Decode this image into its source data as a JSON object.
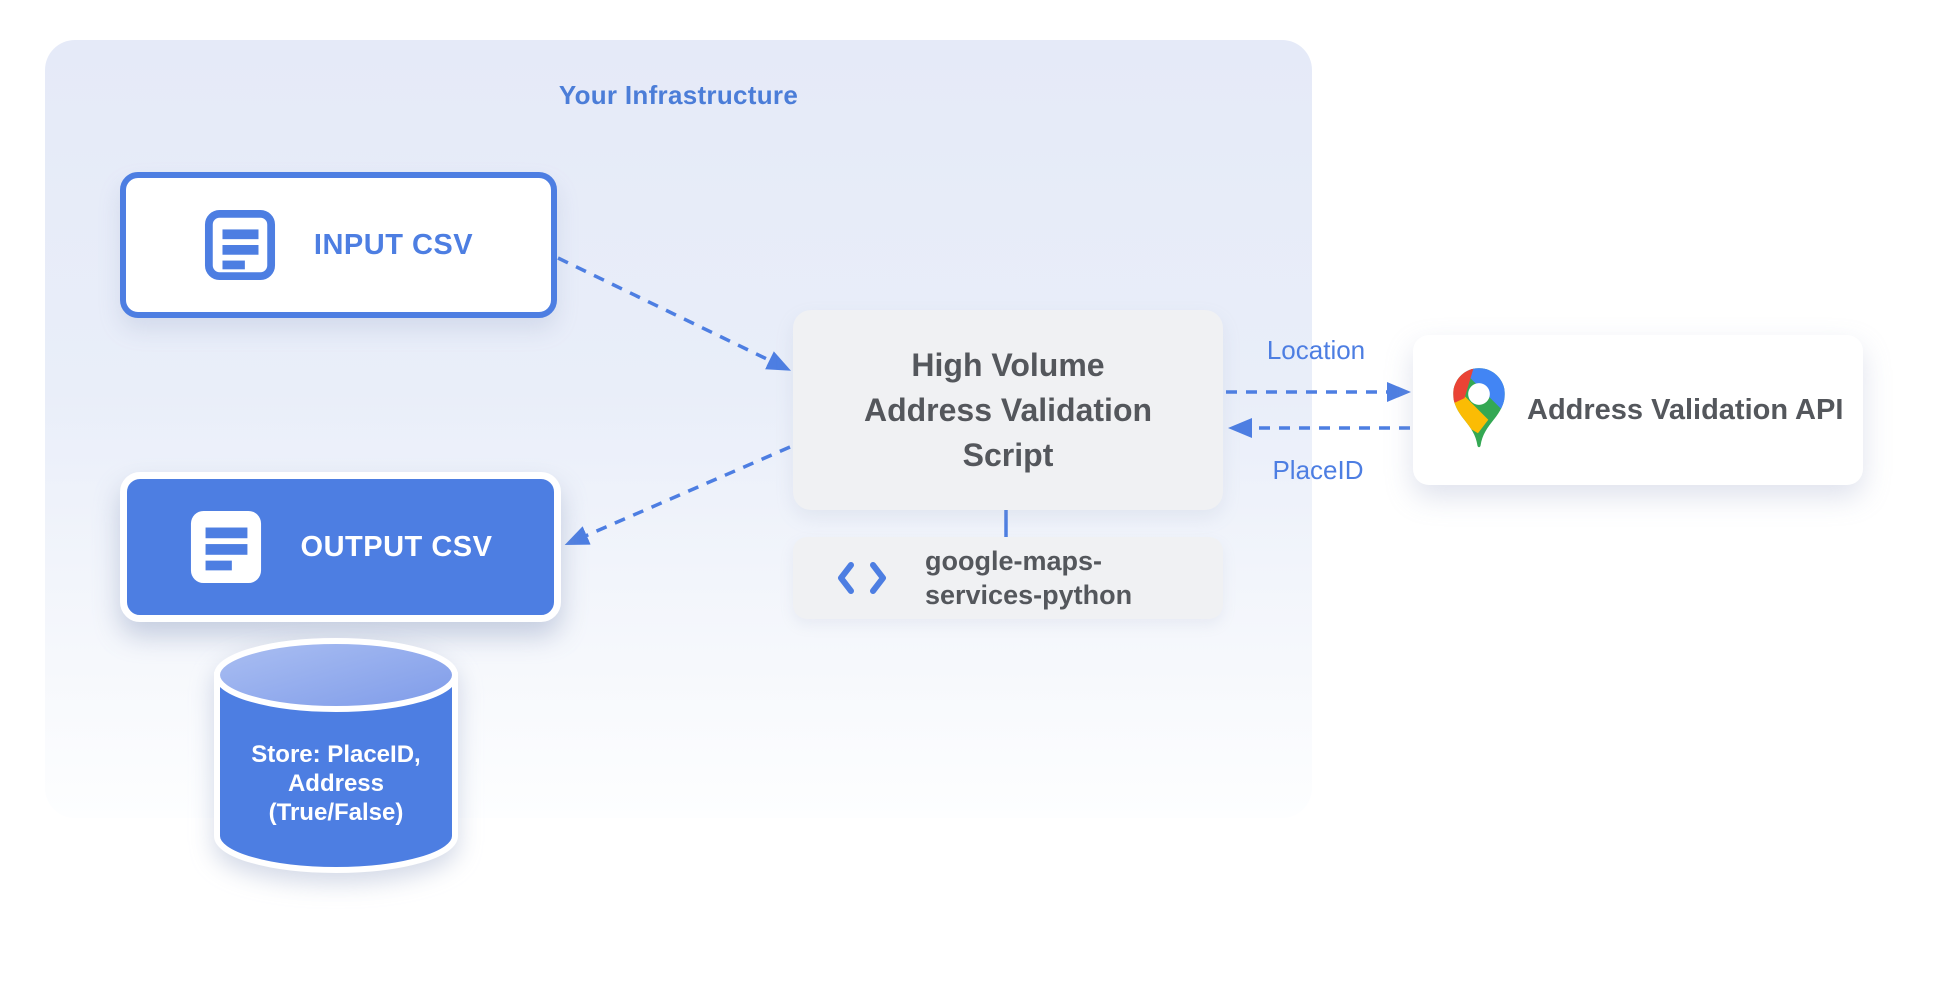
{
  "colors": {
    "accent-blue": "#4d7ee2",
    "label-blue": "#4b7dd8",
    "box-gray": "#f0f1f3",
    "text-gray": "#54575c",
    "container-top": "#e5eaf8",
    "container-bottom": "#fdfeff",
    "pin-red": "#EA4335",
    "pin-blue": "#4285F4",
    "pin-yellow": "#FBBC04",
    "pin-green": "#34A853",
    "cyl-top-light": "#abbff2",
    "cyl-top-dark": "#7e9be9",
    "white": "#ffffff"
  },
  "diagram": {
    "infrastructure": {
      "label": "Your Infrastructure"
    },
    "input_csv": {
      "label": "INPUT CSV",
      "icon": "document-icon"
    },
    "output_csv": {
      "label": "OUTPUT CSV",
      "icon": "document-icon"
    },
    "datastore": {
      "label": "Store: PlaceID,\nAddress\n(True/False)"
    },
    "script": {
      "label": "High Volume\nAddress Validation\nScript"
    },
    "library": {
      "label": "google-maps-\nservices-python",
      "icon": "code-icon"
    },
    "api": {
      "label": "Address Validation API",
      "icon": "google-maps-pin-icon"
    },
    "edges": {
      "to_api_label": "Location",
      "from_api_label": "PlaceID"
    }
  }
}
